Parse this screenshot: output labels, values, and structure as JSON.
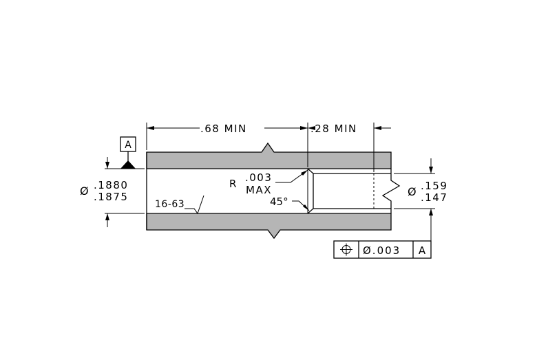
{
  "dimensions": {
    "length_bore": ".68  MIN",
    "length_counterbore": ".28  MIN",
    "bore_diameter_symbol": "Ø",
    "bore_diameter_upper": ".1880",
    "bore_diameter_lower": ".1875",
    "counterbore_diameter_symbol": "Ø",
    "counterbore_diameter_upper": ".159",
    "counterbore_diameter_lower": ".147",
    "radius_prefix": "R",
    "radius_value": ".003",
    "radius_qualifier": "MAX",
    "chamfer_angle": "45°"
  },
  "datum": {
    "label": "A"
  },
  "surface_finish": {
    "value": "16-63"
  },
  "feature_control_frame": {
    "symbol": "⌖",
    "tolerance": "Ø.003",
    "datum": "A"
  },
  "colors": {
    "section_fill": "#b5b5b5",
    "line": "#000000",
    "background": "#ffffff"
  }
}
